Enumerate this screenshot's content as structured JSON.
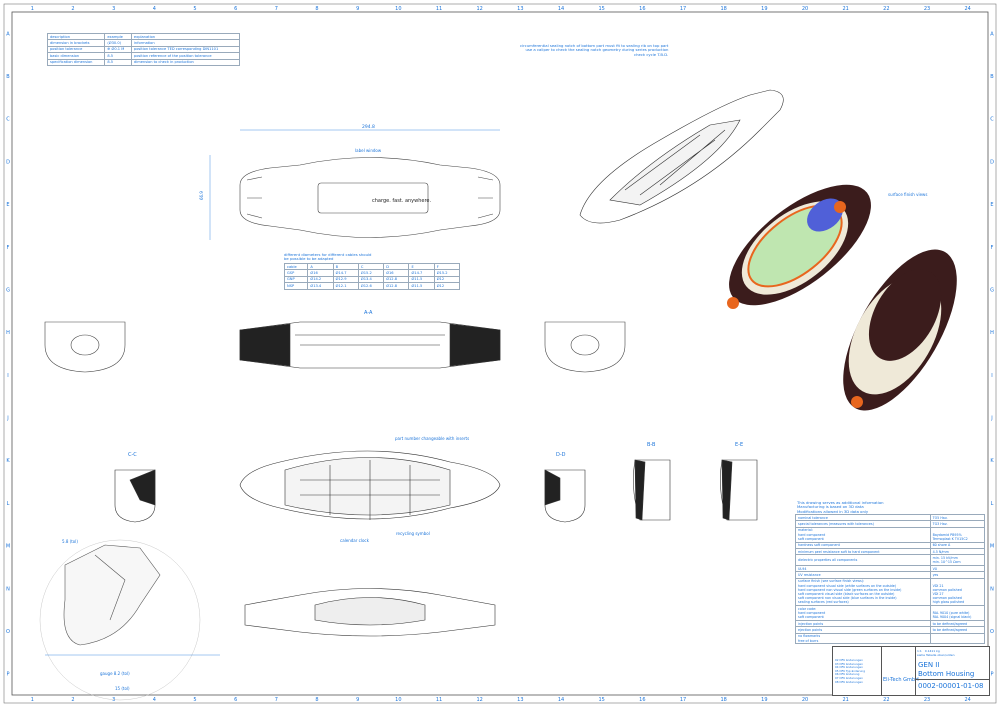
{
  "grid": {
    "columns": [
      "1",
      "2",
      "3",
      "4",
      "5",
      "6",
      "7",
      "8",
      "9",
      "10",
      "11",
      "12",
      "13",
      "14",
      "15",
      "16",
      "17",
      "18",
      "19",
      "20",
      "21",
      "22",
      "23",
      "24"
    ],
    "rows": [
      "A",
      "B",
      "C",
      "D",
      "E",
      "F",
      "G",
      "H",
      "I",
      "J",
      "K",
      "L",
      "M",
      "N",
      "O",
      "P"
    ]
  },
  "legend_table": {
    "headers": [
      "description",
      "example",
      "explanation"
    ],
    "rows": [
      [
        "dimension in brackets",
        "(Ø30.0)",
        "information"
      ],
      [
        "position tolerance",
        "⊕ Ø0.1 M",
        "position tolerance TED corresponding DIN1101"
      ],
      [
        "basic dimension",
        "8.5",
        "position reference of the position tolerance"
      ],
      [
        "specification dimension",
        "8.5",
        "dimension to check in production"
      ]
    ]
  },
  "annotations": {
    "sealing_notch": "circumferential sealing notch of bottom part must fit to sealing rib on top part\nuse a caliper to check the sealing notch geometry during series production\ncheck cycle T.B.D.",
    "label_window": "label window",
    "label_text": "charge. fast. anywhere.",
    "surface_finish_views": "surface finish views",
    "part_number": "part number changeable with inserts",
    "recycling_symbol": "recycling symbol",
    "calendar_clock": "calendar clock",
    "overall_length": "294.8",
    "height_dim": "66.9",
    "section_aa": "A-A",
    "section_bb": "B-B",
    "section_cc": "C-C",
    "section_dd": "D-D",
    "section_ee": "E-E",
    "gauge": "gauge 8.2 (tol)",
    "dim_15": "15 (tol)",
    "dim_58": "5.8 (tol)"
  },
  "cable_table": {
    "caption": "different diameters for different cables should\nbe possible to be adapted",
    "headers": [
      "cable",
      "A",
      "B",
      "C",
      "D",
      "E",
      "F"
    ],
    "rows": [
      [
        "GSP",
        "Ø16",
        "Ø14.7",
        "Ø15.2",
        "Ø16",
        "Ø14.7",
        "Ø15.2"
      ],
      [
        "GNP",
        "Ø14.2",
        "Ø12.9",
        "Ø13.4",
        "Ø12.8",
        "Ø11.5",
        "Ø12"
      ],
      [
        "NSP",
        "Ø13.4",
        "Ø12.1",
        "Ø12.6",
        "Ø12.8",
        "Ø11.5",
        "Ø12"
      ]
    ]
  },
  "notes": {
    "intro": "This drawing serves as additional information\nManufacturing is based on 3D data\nModifications allowed in 3D data only",
    "rows": [
      [
        "nominal tolerance",
        "TO5 Hav."
      ],
      [
        "special tolerances (measures with tolerances)",
        "TG3 Hav."
      ],
      [
        "material:\nhard component\nsoft component",
        "\nBaydamid PB95%\nTermoplast K TV15C2"
      ],
      [
        "hardness soft component",
        "60 shore A"
      ],
      [
        "minimum peel resistance soft to hard component",
        "4.5 N/mm"
      ],
      [
        "dielectric properties all components",
        "min. 15 kV/mm\nmin. 10^15 Ωcm"
      ],
      [
        "UL94",
        "V0"
      ],
      [
        "UV resistance",
        "yes"
      ],
      [
        "surface finish (see surface finish views):\nhard component visual side (white surfaces on the outside)\nhard component non visual side (green surfaces on the inside)\nsoft component visual side (black surfaces on the outside)\nsoft component non visual side (blue surfaces in the inside)\nsealing surfaces (red surfaces)",
        "\nVDI 21\ncommon polished\nVDI 27\ncommon polished\nhigh gloss polished"
      ],
      [
        "color code:\nhard component\nsoft component",
        "\nRAL 9010 (pure white)\nRAL 9004 (signal black)"
      ],
      [
        "injection points",
        "to be defined/agreed"
      ],
      [
        "ejection points",
        "to be defined/agreed"
      ],
      [
        "no flowmarks\nfree of burrs",
        ""
      ]
    ]
  },
  "title_block": {
    "company": "Eli-Tech GmbH",
    "designation_1": "GEN II",
    "designation_2": "Bottom Housing",
    "drawing_number": "0002-00001-01-08",
    "scale": "1:1",
    "mass": "0.1411 kg",
    "material": "siehe Tabelle oben/unten",
    "revisions": [
      "02 DFK änderungen",
      "03 DFK änderungen",
      "04 DFK änderungen",
      "05 DFK Typ änderung",
      "06 DFK änderung",
      "07 DFK änderungen",
      "08 DFK änderungen"
    ]
  },
  "colors": {
    "line": "#3a3a3a",
    "dim": "#1a73d9",
    "white_part": "#efe9d8",
    "black_part": "#3b1c1c",
    "orange": "#e8661e",
    "green": "#bfe6b0",
    "blue": "#5060d8"
  }
}
